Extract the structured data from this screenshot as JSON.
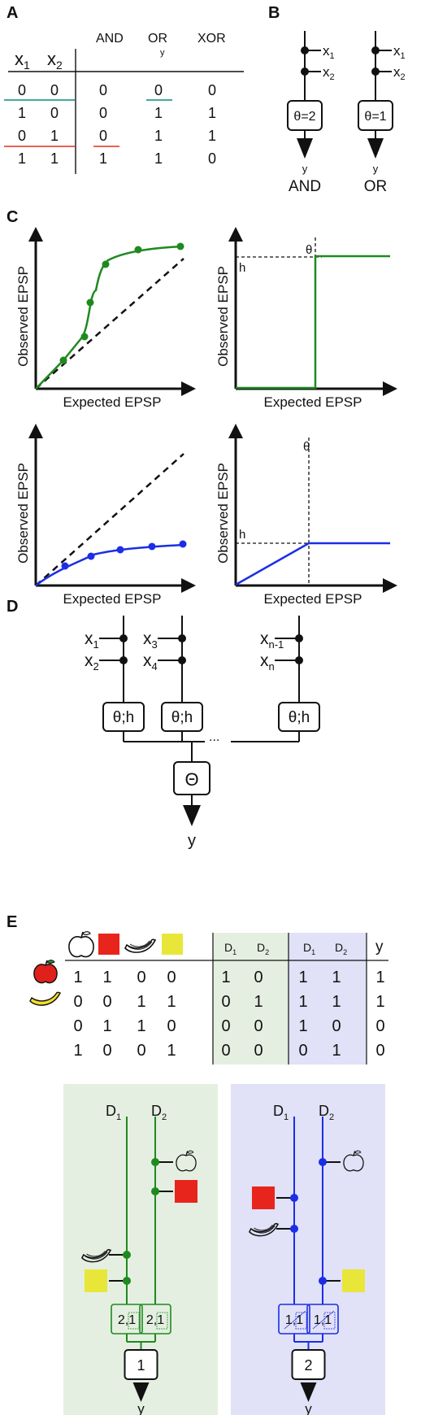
{
  "panels": {
    "a": "A",
    "b": "B",
    "c": "C",
    "d": "D",
    "e": "E"
  },
  "panel_a": {
    "inputs": [
      "x",
      "x"
    ],
    "input_subs": [
      "1",
      "2"
    ],
    "outputs": [
      "AND",
      "OR",
      "XOR"
    ],
    "or_sub": "y",
    "rows": [
      [
        "0",
        "0",
        "0",
        "0",
        "0"
      ],
      [
        "1",
        "0",
        "0",
        "1",
        "1"
      ],
      [
        "0",
        "1",
        "0",
        "1",
        "1"
      ],
      [
        "1",
        "1",
        "1",
        "1",
        "0"
      ]
    ],
    "colors": {
      "teal": "#2a9d8f",
      "red": "#e74c3c"
    }
  },
  "panel_b": {
    "units": [
      {
        "theta_label": "θ=2",
        "x1": "x",
        "x2": "x",
        "s1": "1",
        "s2": "2",
        "y": "y",
        "name": "AND"
      },
      {
        "theta_label": "θ=1",
        "x1": "x",
        "x2": "x",
        "s1": "1",
        "s2": "2",
        "y": "y",
        "name": "OR"
      }
    ]
  },
  "panel_c": {
    "xlabel": "Expected EPSP",
    "ylabel": "Observed EPSP",
    "theta": "θ",
    "h": "h",
    "colors": {
      "supra": "#1e8a1e",
      "sub": "#1b2ee6"
    }
  },
  "panel_d": {
    "inputs": [
      {
        "x": "x",
        "s": "1"
      },
      {
        "x": "x",
        "s": "2"
      },
      {
        "x": "x",
        "s": "3"
      },
      {
        "x": "x",
        "s": "4"
      },
      {
        "x": "x",
        "s": "n-1"
      },
      {
        "x": "x",
        "s": "n"
      }
    ],
    "branch_label": "θ;h",
    "ellipsis": "...",
    "soma_label": "Θ",
    "y": "y"
  },
  "panel_e": {
    "stimulus_icons": [
      "apple-icon",
      "red-square",
      "banana-icon",
      "yellow-square"
    ],
    "d1": "D",
    "d2": "D",
    "s1": "1",
    "s2": "2",
    "y": "y",
    "rows": [
      {
        "inputs": [
          "1",
          "1",
          "0",
          "0"
        ],
        "g": [
          "1",
          "0"
        ],
        "b": [
          "1",
          "1"
        ],
        "y": "1"
      },
      {
        "inputs": [
          "0",
          "0",
          "1",
          "1"
        ],
        "g": [
          "0",
          "1"
        ],
        "b": [
          "1",
          "1"
        ],
        "y": "1"
      },
      {
        "inputs": [
          "0",
          "1",
          "1",
          "0"
        ],
        "g": [
          "0",
          "0"
        ],
        "b": [
          "1",
          "0"
        ],
        "y": "0"
      },
      {
        "inputs": [
          "1",
          "0",
          "0",
          "1"
        ],
        "g": [
          "0",
          "0"
        ],
        "b": [
          "0",
          "1"
        ],
        "y": "0"
      }
    ],
    "green_box": {
      "branch": "2,1",
      "soma": "1"
    },
    "blue_box": {
      "branch": "1,1",
      "soma": "2"
    },
    "colors": {
      "green_bg": "#e4efe1",
      "blue_bg": "#e1e1f7",
      "green": "#1e8a1e",
      "blue": "#1b2ee6",
      "red": "#e8251c",
      "yellow": "#e9e63a"
    }
  }
}
